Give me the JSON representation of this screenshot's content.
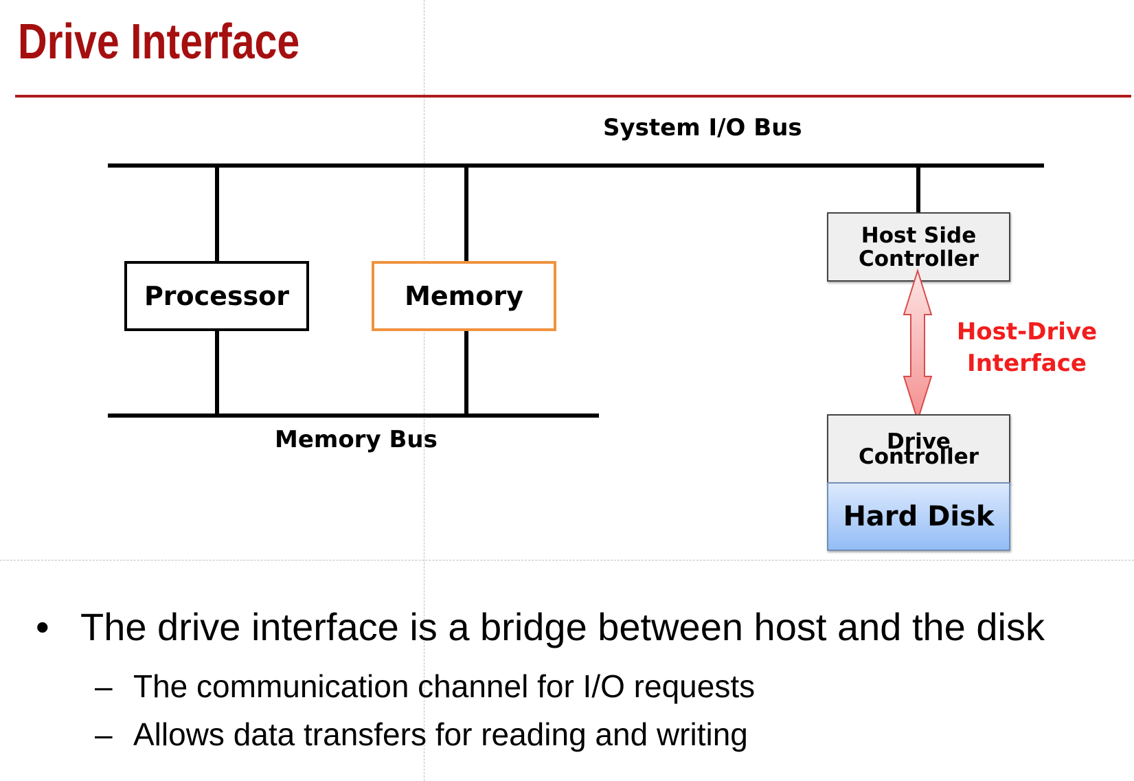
{
  "slide": {
    "title": "Drive Interface"
  },
  "diagram": {
    "system_bus_label": "System I/O Bus",
    "memory_bus_label": "Memory Bus",
    "processor_label": "Processor",
    "memory_label": "Memory",
    "host_controller_line1": "Host Side",
    "host_controller_line2": "Controller",
    "interface_line1": "Host-Drive",
    "interface_line2": "Interface",
    "drive_controller_line1": "Drive",
    "drive_controller_line2": "Controller",
    "hard_disk_label": "Hard Disk"
  },
  "colors": {
    "title": "#a50f0f",
    "interface_text": "#f21d1d",
    "memory_border": "#f0923e",
    "arrow_fill_top": "#fde4e4",
    "arrow_fill_bottom": "#f48f8f",
    "hard_disk_fill_top": "#dce9fd",
    "hard_disk_fill_bottom": "#93bdf6"
  },
  "bullets": [
    {
      "text": "The drive interface is a bridge between host and the disk",
      "children": [
        "The communication channel for I/O requests",
        "Allows data transfers for reading and writing"
      ]
    }
  ],
  "glyphs": {
    "bullet": "•",
    "dash": "–"
  }
}
